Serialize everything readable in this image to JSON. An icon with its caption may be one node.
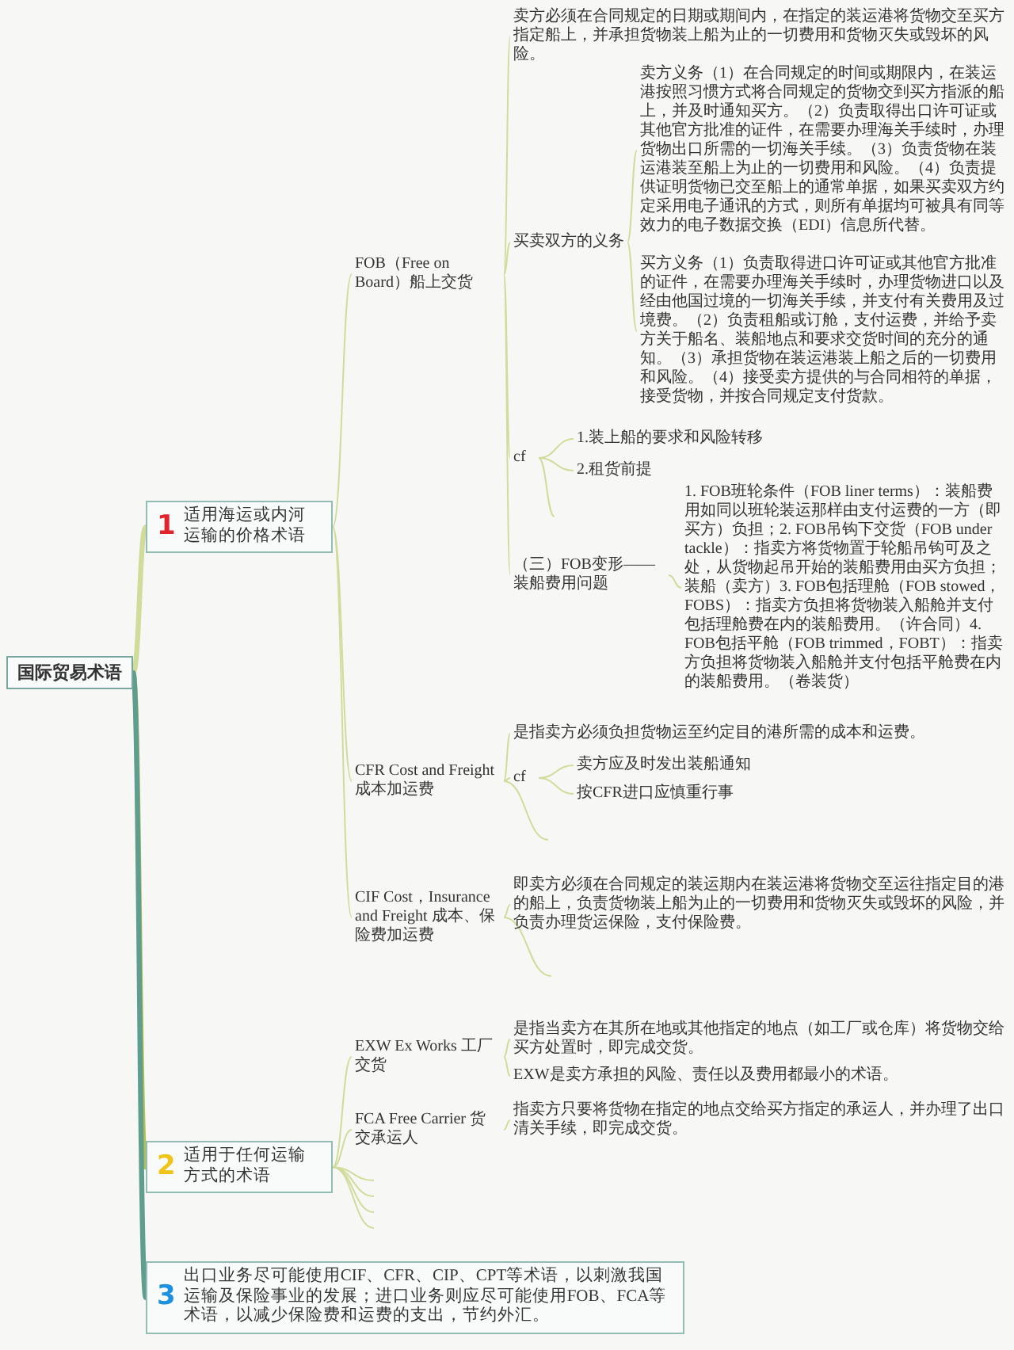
{
  "diagram": {
    "nodes": [
      {
        "text": [
          "国际贸易术语"
        ]
      },
      {
        "text": [
          "1",
          "适用海运或内河运输的价格术语"
        ]
      },
      {
        "text": [
          "FOB（Free on Board）船上交货"
        ]
      },
      {
        "text": [
          "卖方必须在合同规定的日期或期间内，在指定的装运港将货物交至买方指定船上，并承担货物装上船为止的一切费用和货物灭失或毁坏的风险。"
        ]
      },
      {
        "text": [
          "买卖双方的义务"
        ]
      },
      {
        "text": [
          "卖方义务（1）在合同规定的时间或期限内，在装运港按照习惯方式将合同规定的货物交到买方指派的船上，并及时通知买方。（2）负责取得出口许可证或其他官方批准的证件，在需要办理海关手续时，办理货物出口所需的一切海关手续。（3）负责货物在装运港装至船上为止的一切费用和风险。（4）负责提供证明货物已交至船上的通常单据，如果买卖双方约定采用电子通讯的方式，则所有单据均可被具有同等效力的电子数据交换（EDI）信息所代替。"
        ]
      },
      {
        "text": [
          "买方义务（1）负责取得进口许可证或其他官方批准的证件，在需要办理海关手续时，办理货物进口以及经由他国过境的一切海关手续，并支付有关费用及过境费。（2）负责租船或订舱，支付运费，并给予卖方关于船名、装船地点和要求交货时间的充分的通知。（3）承担货物在装运港装上船之后的一切费用和风险。（4）接受卖方提供的与合同相符的单据，接受货物，并按合同规定支付货款。"
        ]
      },
      {
        "text": [
          "cf"
        ]
      },
      {
        "text": [
          "1.装上船的要求和风险转移"
        ]
      },
      {
        "text": [
          "2.租货前提"
        ]
      },
      {
        "text": [
          "（三）FOB变形——装船费用问题"
        ]
      },
      {
        "text": [
          "1. FOB班轮条件（FOB liner terms）：装船费用如同以班轮装运那样由支付运费的一方（即买方）负担；2. FOB吊钩下交货（FOB under tackle）：指卖方将货物置于轮船吊钩可及之处，从货物起吊开始的装船费用由买方负担；装船（卖方）3. FOB包括理舱（FOB stowed，FOBS）：指卖方负担将货物装入船舱并支付包括理舱费在内的装船费用。（许合同）4. FOB包括平舱（FOB trimmed，FOBT）：指卖方负担将货物装入船舱并支付包括平舱费在内的装船费用。（卷装货）"
        ]
      },
      {
        "text": [
          "CFR Cost and Freight 成本加运费"
        ]
      },
      {
        "text": [
          "是指卖方必须负担货物运至约定目的港所需的成本和运费。"
        ]
      },
      {
        "text": [
          "cf"
        ]
      },
      {
        "text": [
          "卖方应及时发出装船通知"
        ]
      },
      {
        "text": [
          "按CFR进口应慎重行事"
        ]
      },
      {
        "text": [
          "CIF Cost，Insurance and Freight 成本、保险费加运费"
        ]
      },
      {
        "text": [
          "即卖方必须在合同规定的装运期内在装运港将货物交至运往指定目的港的船上，负责货物装上船为止的一切费用和货物灭失或毁坏的风险，并负责办理货运保险，支付保险费。"
        ]
      },
      {
        "text": [
          "2",
          "适用于任何运输方式的术语"
        ]
      },
      {
        "text": [
          "EXW Ex Works 工厂交货"
        ]
      },
      {
        "text": [
          "是指当卖方在其所在地或其他指定的地点（如工厂或仓库）将货物交给买方处置时，即完成交货。"
        ]
      },
      {
        "text": [
          "EXW是卖方承担的风险、责任以及费用都最小的术语。"
        ]
      },
      {
        "text": [
          "FCA Free Carrier 货交承运人"
        ]
      },
      {
        "text": [
          "指卖方只要将货物在指定的地点交给买方指定的承运人，并办理了出口清关手续，即完成交货。"
        ]
      },
      {
        "text": [
          "3",
          "出口业务尽可能使用CIF、CFR、CIP、CPT等术语，以刺激我国运输及保险事业的发展；进口业务则应尽可能使用FOB、FCA等术语，以减少保险费和运费的支出，节约外汇。"
        ]
      }
    ],
    "edges": [
      {
        "from": 0,
        "to": 1,
        "arrow": "none",
        "style": "thick"
      },
      {
        "from": 0,
        "to": 19,
        "arrow": "none",
        "style": "thick",
        "color": "#b2bf55"
      },
      {
        "from": 0,
        "to": 25,
        "arrow": "none",
        "style": "thick",
        "color": "#5f9e8e"
      },
      {
        "from": 1,
        "to": 2,
        "arrow": "none"
      },
      {
        "from": 1,
        "to": 12,
        "arrow": "none"
      },
      {
        "from": 1,
        "to": 17,
        "arrow": "none"
      },
      {
        "from": 2,
        "to": 3,
        "arrow": "none"
      },
      {
        "from": 2,
        "to": 4,
        "arrow": "none"
      },
      {
        "from": 2,
        "to": 7,
        "arrow": "none"
      },
      {
        "from": 2,
        "to": 10,
        "arrow": "none"
      },
      {
        "from": 4,
        "to": 5,
        "arrow": "none"
      },
      {
        "from": 4,
        "to": 6,
        "arrow": "none"
      },
      {
        "from": 7,
        "to": 8,
        "arrow": "none"
      },
      {
        "from": 7,
        "to": 9,
        "arrow": "none"
      },
      {
        "from": 7,
        "to": null,
        "arrow": "none"
      },
      {
        "from": 10,
        "to": 11,
        "arrow": "none"
      },
      {
        "from": 12,
        "to": 13,
        "arrow": "none"
      },
      {
        "from": 12,
        "to": 14,
        "arrow": "none"
      },
      {
        "from": 12,
        "to": null,
        "arrow": "none"
      },
      {
        "from": 14,
        "to": 15,
        "arrow": "none"
      },
      {
        "from": 14,
        "to": 16,
        "arrow": "none"
      },
      {
        "from": 17,
        "to": 18,
        "arrow": "none"
      },
      {
        "from": 17,
        "to": null,
        "arrow": "none"
      },
      {
        "from": 19,
        "to": 20,
        "arrow": "none"
      },
      {
        "from": 19,
        "to": 23,
        "arrow": "none"
      },
      {
        "from": 19,
        "to": null,
        "arrow": "none"
      },
      {
        "from": 19,
        "to": null,
        "arrow": "none"
      },
      {
        "from": 19,
        "to": null,
        "arrow": "none"
      },
      {
        "from": 19,
        "to": null,
        "arrow": "none"
      },
      {
        "from": 20,
        "to": 21,
        "arrow": "none"
      },
      {
        "from": 20,
        "to": 22,
        "arrow": "none"
      },
      {
        "from": 23,
        "to": 24,
        "arrow": "none"
      }
    ]
  }
}
